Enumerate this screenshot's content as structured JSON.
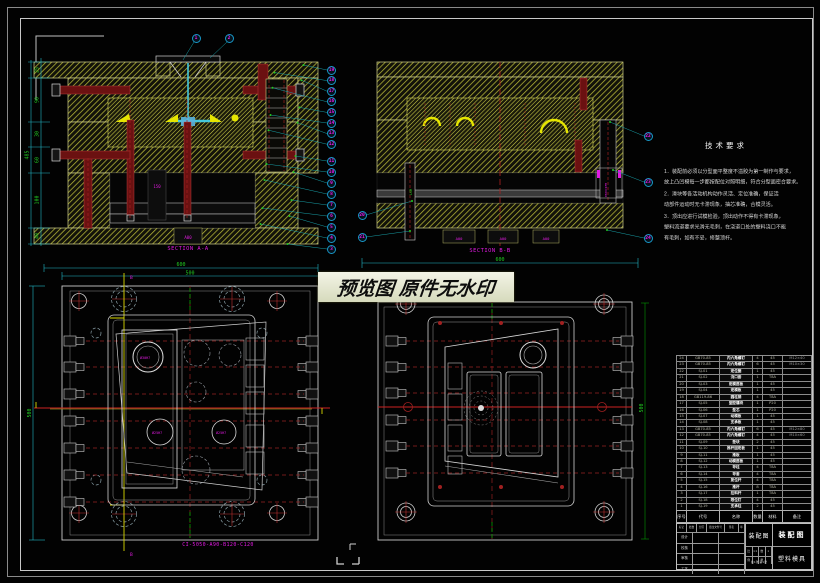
{
  "watermark": {
    "text": "预览图 原件无水印"
  },
  "views": {
    "section_a": {
      "label": "SECTION A-A",
      "left_dims": [
        "25",
        "90",
        "30",
        "60",
        "100",
        "40"
      ],
      "overall_dim": "485",
      "balloons_top": [
        "1",
        "2"
      ],
      "balloons_right": [
        "19",
        "18",
        "17",
        "16",
        "15",
        "14",
        "13",
        "12",
        "11",
        "10",
        "9",
        "8",
        "7",
        "6",
        "5",
        "4",
        "3"
      ],
      "pin_label": "150",
      "foot_label": "A00"
    },
    "section_b": {
      "label": "SECTION B-B",
      "dim_bottom": "600",
      "balloons_left": [
        "20",
        "21"
      ],
      "balloons_right": [
        "22",
        "23",
        "24"
      ],
      "foot_labels": [
        "A00",
        "A00",
        "A00"
      ],
      "side_label": "0506CDFM",
      "pin_label": "LKM"
    },
    "plan_left": {
      "dim_top_outer": "600",
      "dim_top_inner": "500",
      "dim_left": "500",
      "label": "CI-5050-A90-B120-C120",
      "cut_letter_top": "B",
      "cut_letter_bottom": "B",
      "hole_labels": [
        "Ø30H7",
        "Ø25H7",
        "Ø25H7"
      ]
    },
    "plan_right": {
      "dim_right": "500"
    }
  },
  "tech_req": {
    "title": "技术要求",
    "lines": [
      "1．装配前必须以分型面平整度不溢胶为第一制作与要求，",
      "放上凸凹模每一步都按配位对照明细，符合分型面密合要求。",
      "2．滑块等各活动机构动作灵活、定位准确，保证活",
      "动部件运动时无卡滞现象，抽芯准确，合模灵活。",
      "3．顶出应进行试模检验，顶出动作不得有卡滞现象，",
      "塑料流道要求光滑无毛刺，在浇道口处的塑料浇口不能",
      "有毛刺，如有不妥，修整顶杆。"
    ]
  },
  "bom": {
    "header": [
      "序号",
      "代号",
      "名称",
      "数量",
      "材料",
      "备注"
    ],
    "rows": [
      {
        "no": "24",
        "code": "GB70-85",
        "name": "内六角螺钉",
        "qty": "4",
        "mat": "45",
        "note": "M12×40"
      },
      {
        "no": "23",
        "code": "GB70-85",
        "name": "内六角螺钉",
        "qty": "6",
        "mat": "45",
        "note": "M10×30"
      },
      {
        "no": "22",
        "code": "SJ-01",
        "name": "定位圈",
        "qty": "1",
        "mat": "45",
        "note": ""
      },
      {
        "no": "21",
        "code": "SJ-02",
        "name": "浇口套",
        "qty": "1",
        "mat": "T8A",
        "note": ""
      },
      {
        "no": "20",
        "code": "SJ-03",
        "name": "定模座板",
        "qty": "1",
        "mat": "45",
        "note": ""
      },
      {
        "no": "19",
        "code": "SJ-04",
        "name": "定模板",
        "qty": "1",
        "mat": "45",
        "note": ""
      },
      {
        "no": "18",
        "code": "GB119-86",
        "name": "圆柱销",
        "qty": "4",
        "mat": "T8A",
        "note": ""
      },
      {
        "no": "17",
        "code": "SJ-05",
        "name": "型腔镶块",
        "qty": "1",
        "mat": "P20",
        "note": ""
      },
      {
        "no": "16",
        "code": "SJ-06",
        "name": "型芯",
        "qty": "1",
        "mat": "P20",
        "note": ""
      },
      {
        "no": "15",
        "code": "SJ-07",
        "name": "动模板",
        "qty": "1",
        "mat": "45",
        "note": ""
      },
      {
        "no": "14",
        "code": "SJ-08",
        "name": "支承板",
        "qty": "1",
        "mat": "45",
        "note": ""
      },
      {
        "no": "13",
        "code": "GB70-85",
        "name": "内六角螺钉",
        "qty": "6",
        "mat": "45",
        "note": "M12×80"
      },
      {
        "no": "12",
        "code": "GB70-85",
        "name": "内六角螺钉",
        "qty": "4",
        "mat": "45",
        "note": "M10×60"
      },
      {
        "no": "11",
        "code": "SJ-09",
        "name": "垫块",
        "qty": "2",
        "mat": "45",
        "note": ""
      },
      {
        "no": "10",
        "code": "SJ-10",
        "name": "推杆固定板",
        "qty": "1",
        "mat": "45",
        "note": ""
      },
      {
        "no": "9",
        "code": "SJ-11",
        "name": "推板",
        "qty": "1",
        "mat": "45",
        "note": ""
      },
      {
        "no": "8",
        "code": "SJ-12",
        "name": "动模座板",
        "qty": "1",
        "mat": "45",
        "note": ""
      },
      {
        "no": "7",
        "code": "SJ-13",
        "name": "导柱",
        "qty": "4",
        "mat": "T8A",
        "note": ""
      },
      {
        "no": "6",
        "code": "SJ-14",
        "name": "导套",
        "qty": "4",
        "mat": "T8A",
        "note": ""
      },
      {
        "no": "5",
        "code": "SJ-15",
        "name": "复位杆",
        "qty": "4",
        "mat": "T8A",
        "note": ""
      },
      {
        "no": "4",
        "code": "SJ-16",
        "name": "推杆",
        "qty": "8",
        "mat": "T8A",
        "note": ""
      },
      {
        "no": "3",
        "code": "SJ-17",
        "name": "拉料杆",
        "qty": "1",
        "mat": "T8A",
        "note": ""
      },
      {
        "no": "2",
        "code": "SJ-18",
        "name": "限位钉",
        "qty": "4",
        "mat": "45",
        "note": ""
      },
      {
        "no": "1",
        "code": "SJ-19",
        "name": "支承柱",
        "qty": "2",
        "mat": "45",
        "note": ""
      }
    ]
  },
  "title_block": {
    "revision_labels": [
      "标记",
      "处数",
      "分区",
      "更改文件号",
      "签名",
      "年月日"
    ],
    "sign_labels": [
      "设计",
      "校核",
      "审核",
      "工艺"
    ],
    "mid_title": "装配图",
    "scale_label": "比例",
    "scale": "1:1",
    "qty_label": "数量",
    "qty": "1",
    "sheet": "共1张 第1张",
    "drawing_name": "装配图",
    "part_name": "塑料模具"
  },
  "colors": {
    "hatch": "#b8b838",
    "cyan": "#22b8c8",
    "green": "#22cc22",
    "magenta": "#e21ae2",
    "dark_red": "#8a1515",
    "white_line": "#d0d0d0"
  }
}
